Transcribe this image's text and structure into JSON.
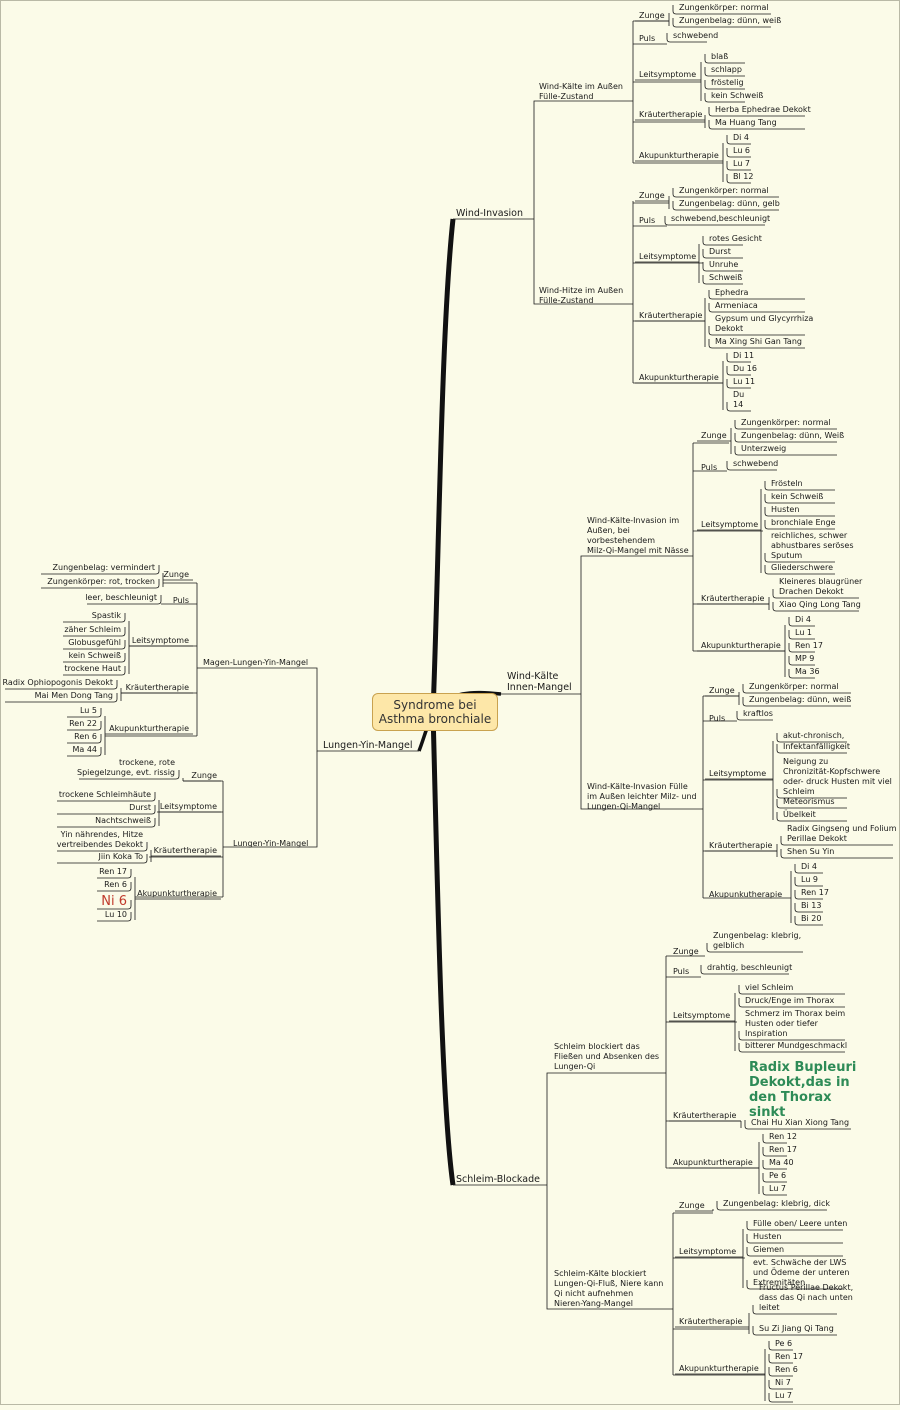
{
  "root": {
    "line1": "Syndrome bei",
    "line2": "Asthma bronchiale"
  },
  "branches": {
    "wind_invasion": "Wind-Invasion",
    "wind_kaelte_innen": [
      "Wind-Kälte",
      "Innen-Mangel"
    ],
    "schleim_blockade": "Schleim-Blockade",
    "lungen_yin_mangel": "Lungen-Yin-Mangel"
  },
  "nodes": {
    "wk_aussen": [
      "Wind-Kälte im Außen",
      "Fülle-Zustand"
    ],
    "wh_aussen": [
      "Wind-Hitze im Außen",
      "Fülle-Zustand"
    ],
    "wk_milz": [
      "Wind-Kälte-Invasion im",
      "Außen, bei",
      "vorbestehendem",
      "Milz-Qi-Mangel mit Nässe"
    ],
    "wk_fuelle": [
      "Wind-Kälte-Invasion Fülle",
      "im Außen leichter Milz- und",
      "Lungen-Qi-Mangel"
    ],
    "schleim_fluss": [
      "Schleim blockiert das",
      "Fließen und Absenken des",
      "Lungen-Qi"
    ],
    "schleim_kaelte": [
      "Schleim-Kälte blockiert",
      "Lungen-Qi-Fluß, Niere kann",
      "Qi nicht aufnehmen",
      "Nieren-Yang-Mangel"
    ],
    "magen_lungen": "Magen-Lungen-Yin-Mangel",
    "lungen_yin": "Lungen-Yin-Mangel"
  },
  "cat": {
    "zunge": "Zunge",
    "puls": "Puls",
    "leit": "Leitsymptome",
    "kraut": "Kräutertherapie",
    "akup": "Akupunkturtherapie",
    "akup_alt": "Akupunkutherapie"
  },
  "leaves": {
    "a1": "Zungenkörper: normal",
    "a2": "Zungenbelag: dünn, weiß",
    "a3": "schwebend",
    "a4": "blaß",
    "a5": "schlapp",
    "a6": "fröstelig",
    "a7": "kein Schweiß",
    "a8": "Herba Ephedrae Dekokt",
    "a9": "Ma Huang Tang",
    "a10": "Di 4",
    "a11": "Lu 6",
    "a12": "Lu 7",
    "a13": "Bl 12",
    "b1": "Zungenkörper: normal",
    "b2": "Zungenbelag: dünn, gelb",
    "b3": "schwebend,beschleunigt",
    "b4": "rotes Gesicht",
    "b5": "Durst",
    "b6": "Unruhe",
    "b7": "Schweiß",
    "b8": "Ephedra",
    "b9": "Armeniaca",
    "b10": [
      "Gypsum und Glycyrrhiza",
      "Dekokt"
    ],
    "b11": "Ma Xing Shi Gan Tang",
    "b12": "Di 11",
    "b13": "Du 16",
    "b14": "Lu 11",
    "b15": [
      "Du",
      "14"
    ],
    "c1": "Zungenkörper: normal",
    "c2": "Zungenbelag: dünn, Weiß",
    "c3": "Unterzweig",
    "c4": "schwebend",
    "c5": "Frösteln",
    "c6": "kein Schweiß",
    "c7": "Husten",
    "c8": "bronchiale Enge",
    "c9": [
      "reichliches, schwer",
      "abhustbares seröses",
      "Sputum"
    ],
    "c10": "Gliederschwere",
    "c11": [
      "Kleineres blaugrüner",
      "Drachen Dekokt"
    ],
    "c12": "Xiao Qing Long Tang",
    "c13": "Di 4",
    "c14": "Lu 1",
    "c15": "Ren 17",
    "c16": "MP 9",
    "c17": "Ma 36",
    "d1": "Zungenkörper: normal",
    "d2": "Zungenbelag: dünn, weiß",
    "d3": "kraftlos",
    "d4": "akut-chronisch,",
    "d5": "Infektanfälligkeit",
    "d6": [
      "Neigung zu",
      "Chronizität-Kopfschwere",
      "oder- druck Husten mit viel",
      "Schleim"
    ],
    "d7": "Meteorismus",
    "d8": "Übelkeit",
    "d9": [
      "Radix Gingseng und Folium",
      "Perillae Dekokt"
    ],
    "d10": "Shen Su Yin",
    "d11": "Di 4",
    "d12": "Lu 9",
    "d13": "Ren 17",
    "d14": "Bi 13",
    "d15": "Bi 20",
    "e1": [
      "Zungenbelag: klebrig,",
      "gelblich"
    ],
    "e2": "drahtig, beschleunigt",
    "e3": "viel Schleim",
    "e4": "Druck/Enge im Thorax",
    "e5": [
      "Schmerz im Thorax beim",
      "Husten oder tiefer",
      "Inspiration"
    ],
    "e6": "bitterer Mundgeschmackl",
    "e7": [
      "Radix Bupleuri",
      "Dekokt,das in",
      "den Thorax",
      "sinkt"
    ],
    "e8": "Chai Hu Xian Xiong Tang",
    "e9": "Ren 12",
    "e10": "Ren 17",
    "e11": "Ma 40",
    "e12": "Pe 6",
    "e13": "Lu 7",
    "f1": "Zungenbelag: klebrig, dick",
    "f2": "Fülle oben/ Leere unten",
    "f3": "Husten",
    "f4": "Giemen",
    "f5": [
      "evt. Schwäche der LWS",
      "und Ödeme der unteren",
      "Extremitäten"
    ],
    "f6": [
      "Fructus Perillae Dekokt,",
      "dass das Qi nach unten",
      "leitet"
    ],
    "f7": "Su Zi Jiang Qi Tang",
    "f8": "Pe 6",
    "f9": "Ren 17",
    "f10": "Ren 6",
    "f11": "Ni 7",
    "f12": "Lu 7",
    "g1": "Zungenbelag: vermindert",
    "g2": "Zungenkörper: rot, trocken",
    "g3": "leer, beschleunigt",
    "g4": "Spastik",
    "g5": "zäher Schleim",
    "g6": "Globusgefühl",
    "g7": "kein Schweiß",
    "g8": "trockene Haut",
    "g9": "Radix Ophiopogonis Dekokt",
    "g10": "Mai Men Dong Tang",
    "g11": "Lu 5",
    "g12": "Ren 22",
    "g13": "Ren 6",
    "g14": "Ma 44",
    "h1": [
      "trockene, rote",
      "Spiegelzunge, evt. rissig"
    ],
    "h2": "trockene Schleimhäute",
    "h3": "Durst",
    "h4": "Nachtschweiß",
    "h5": [
      "Yin nährendes, Hitze",
      "vertreibendes Dekokt"
    ],
    "h6": "Jiin Koka To",
    "h7": "Ren 17",
    "h8": "Ren 6",
    "h9": "Ni 6",
    "h10": "Lu 10"
  },
  "colors": {
    "background": "#fbfbe8",
    "root_fill": "#fde7a8",
    "line": "#1a1a1a",
    "highlight_green": "#2e8b57",
    "highlight_red": "#c0392b"
  }
}
